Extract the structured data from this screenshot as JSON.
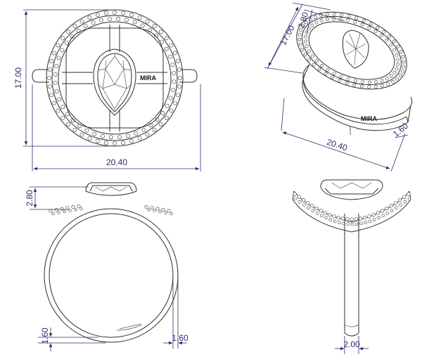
{
  "logo_text": "MIRA",
  "dimensions": {
    "front_height": "17.00",
    "front_width": "20.40",
    "iso_height": "17.00",
    "iso_stone": "2.80",
    "iso_width": "20.40",
    "iso_band": "1.60",
    "side_stone": "2.80",
    "side_band_bottom": "1.60",
    "side_band_right": "1.60",
    "profile_width": "2.00"
  },
  "colors": {
    "line": "#2e2e2e",
    "dimension": "#2a2f6e"
  }
}
